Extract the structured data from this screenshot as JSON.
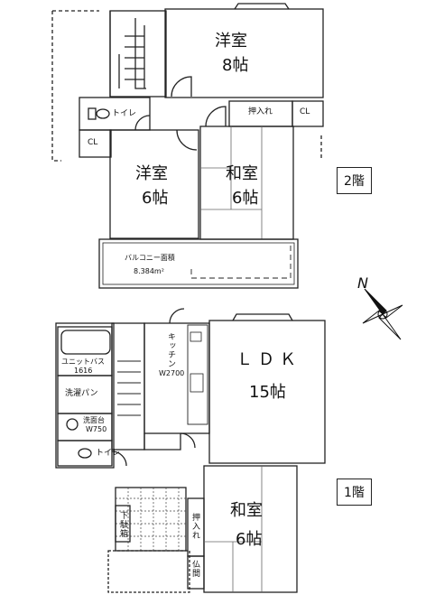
{
  "floor2": {
    "floor_label": "2階",
    "rooms": {
      "western_top": {
        "name": "洋室",
        "size": "8帖"
      },
      "western_left": {
        "name": "洋室",
        "size": "6帖"
      },
      "japanese": {
        "name": "和室",
        "size": "6帖"
      }
    },
    "toilet": "トイレ",
    "closet_a": "CL",
    "closet_b": "CL",
    "oshiire": "押入れ",
    "balcony_label": "バルコニー面積",
    "balcony_area": "8.384m²"
  },
  "floor1": {
    "floor_label": "1階",
    "ldk": {
      "name": "ＬＤＫ",
      "size": "15帖"
    },
    "japanese": {
      "name": "和室",
      "size": "6帖"
    },
    "unit_bath": "ユニットバス",
    "unit_bath_size": "1616",
    "washing_pan": "洗濯パン",
    "washbasin": "洗面台",
    "washbasin_size": "W750",
    "toilet": "トイレ",
    "kitchen": "キッチン",
    "kitchen_size": "W2700",
    "shoe_box": "下駄箱",
    "oshiire": "押入れ",
    "butsuma": "仏間"
  }
}
